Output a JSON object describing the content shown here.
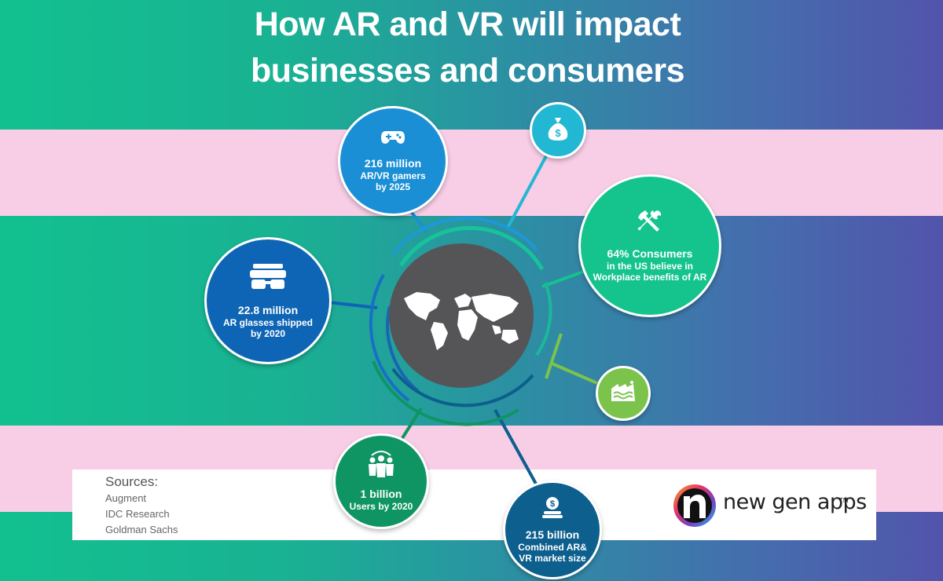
{
  "title": {
    "line1": "How AR and VR will impact",
    "line2": "businesses and consumers"
  },
  "stats": [
    {
      "id": "gamers",
      "number": "216 million",
      "label_lines": [
        "AR/VR gamers",
        "by 2025"
      ],
      "icon": "gamepad-icon",
      "color": "#1a8fd6"
    },
    {
      "id": "money",
      "icon": "money-bag-icon",
      "color": "#22b8d4"
    },
    {
      "id": "consumers",
      "number": "64% Consumers",
      "label_lines": [
        "in the US believe in",
        "Workplace benefits of AR"
      ],
      "icon": "tools-icon",
      "color": "#14c48c"
    },
    {
      "id": "glasses",
      "number": "22.8 million",
      "label_lines": [
        "AR glasses shipped",
        "by 2020"
      ],
      "icon": "vr-glasses-icon",
      "color": "#0f65b5"
    },
    {
      "id": "factory",
      "icon": "factory-icon",
      "color": "#7cc34c"
    },
    {
      "id": "users",
      "number": "1 billion",
      "label_lines": [
        "Users by 2020"
      ],
      "icon": "users-icon",
      "color": "#0f9564"
    },
    {
      "id": "market",
      "number": "215 billion",
      "label_lines": [
        "Combined AR&",
        "VR market size"
      ],
      "icon": "coins-icon",
      "color": "#0d5f8e"
    }
  ],
  "center": {
    "icon": "world-map-icon",
    "color": "#555558"
  },
  "sources": {
    "title": "Sources:",
    "items": [
      "Augment",
      "IDC Research",
      "Goldman Sachs"
    ]
  },
  "brand": {
    "name": "new gen apps",
    "tm": "TM",
    "logo_icon": "newgenapps-logo-icon"
  }
}
